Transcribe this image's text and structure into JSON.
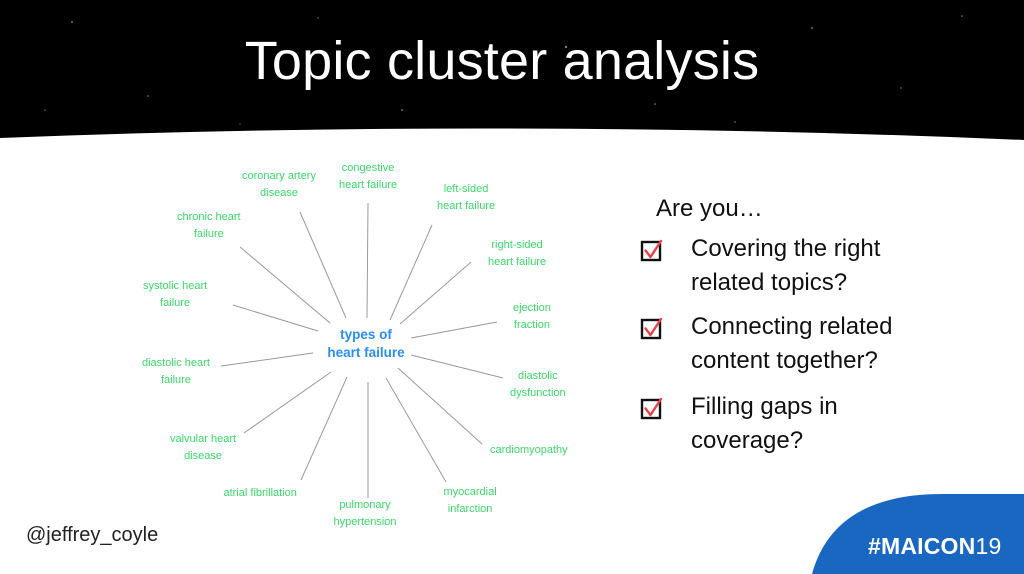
{
  "slide": {
    "title": "Topic cluster analysis",
    "colors": {
      "header": "#000000",
      "node_text": "#3dd66a",
      "hub_text": "#2a8ef0",
      "badge": "#1a67c2",
      "check_mark": "#e8434b"
    }
  },
  "diagram": {
    "center": "types of\nheart failure",
    "nodes": [
      "congestive\nheart failure",
      "left-sided\nheart failure",
      "right-sided\nheart failure",
      "ejection\nfraction",
      "diastolic\ndysfunction",
      "cardiomyopathy",
      "myocardial\ninfarction",
      "pulmonary\nhypertension",
      "atrial fibrillation",
      "valvular heart\ndisease",
      "diastolic heart\nfailure",
      "systolic heart\nfailure",
      "chronic heart\nfailure",
      "coronary artery\ndisease"
    ]
  },
  "checklist": {
    "prompt": "Are you…",
    "items": [
      "Covering the right\nrelated topics?",
      "Connecting related\ncontent together?",
      "Filling gaps in\ncoverage?"
    ]
  },
  "footer": {
    "handle": "@jeffrey_coyle",
    "badge_prefix": "#MAICON",
    "badge_year": "19"
  }
}
